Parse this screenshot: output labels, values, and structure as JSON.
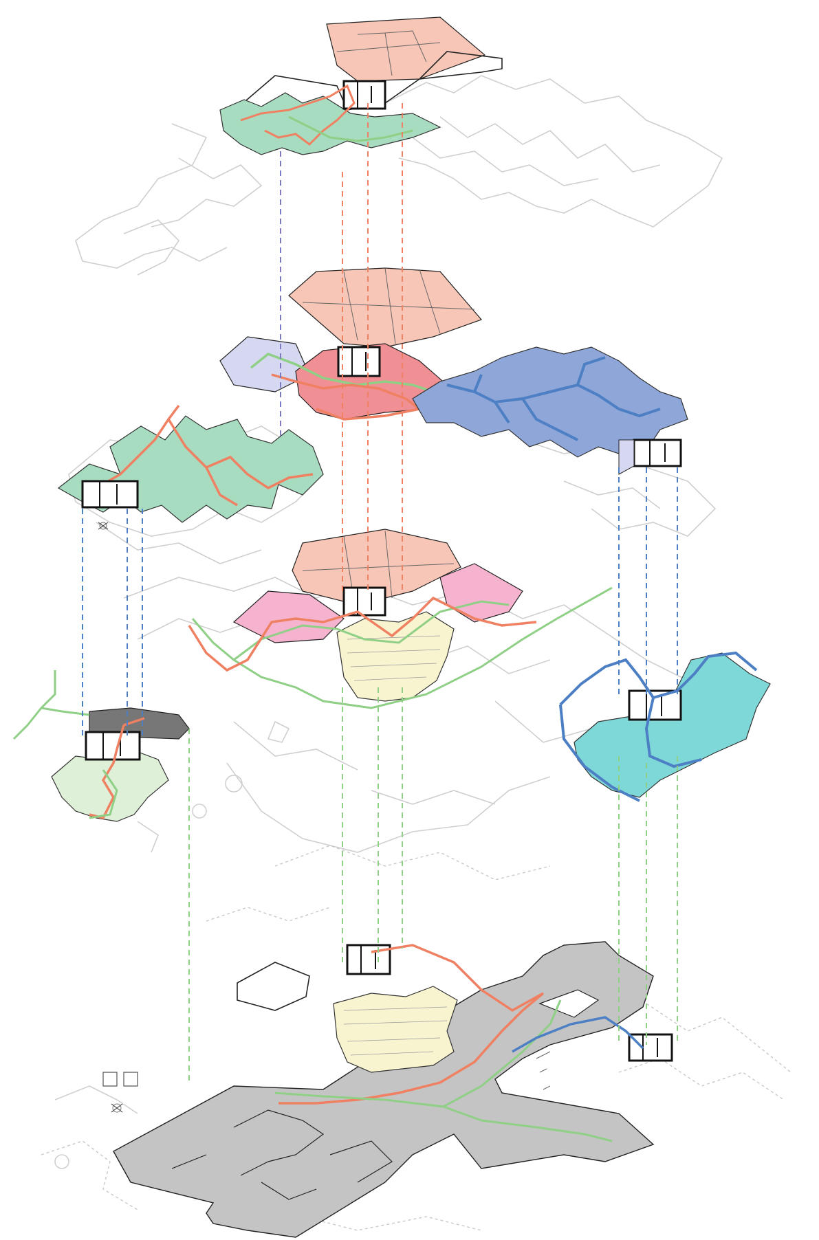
{
  "diagram": {
    "type": "exploded-axonometric-circulation",
    "colors": {
      "background": "#ffffff",
      "ghost_plan": "#cfcfcf",
      "outline": "#222222",
      "salmon_block": "#f7c6b6",
      "pink_block": "#f5b3cf",
      "red_block": "#f08f94",
      "lavender_block": "#d5d8f0",
      "green_zone": "#a8dcc0",
      "light_green_zone": "#dff0d8",
      "blue_zone": "#8ea6d8",
      "cyan_zone": "#7fd8d8",
      "cream_block": "#f8f4cf",
      "grey_base": "#c4c4c4",
      "dark_grey": "#777777",
      "route_orange": "#ef8062",
      "route_green": "#8fcf86",
      "route_blue": "#4d7fc4",
      "route_blue_light": "#5a9fd8",
      "link_purple": "#7b7bc4"
    },
    "levels": [
      {
        "name": "top-level",
        "zones": [
          "salmon",
          "green"
        ],
        "routes": [
          "orange",
          "green"
        ]
      },
      {
        "name": "upper-middle-level",
        "zones": [
          "salmon",
          "lavender",
          "red",
          "green",
          "blue"
        ],
        "routes": [
          "orange",
          "green",
          "blue"
        ]
      },
      {
        "name": "middle-level",
        "zones": [
          "salmon",
          "pink",
          "cream"
        ],
        "routes": [
          "orange",
          "green"
        ]
      },
      {
        "name": "lower-side-levels",
        "zones": [
          "grey",
          "light-green",
          "cyan"
        ],
        "routes": [
          "orange",
          "green",
          "blue"
        ]
      },
      {
        "name": "ground-level",
        "zones": [
          "grey",
          "cream"
        ],
        "routes": [
          "orange",
          "green",
          "blue"
        ]
      }
    ],
    "icons": [
      "stair-core",
      "tree-symbol"
    ]
  }
}
